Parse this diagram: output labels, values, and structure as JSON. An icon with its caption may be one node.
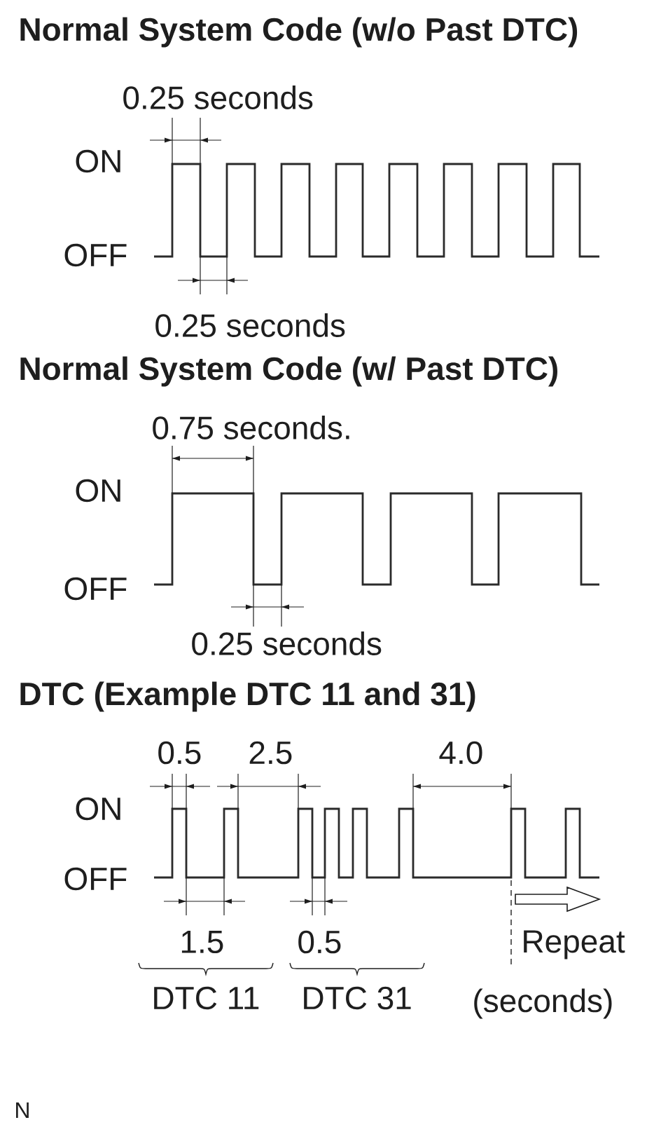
{
  "diagram": {
    "labels": [
      "Normal System Code (w/o Past DTC)",
      "0.25 seconds",
      "ON",
      "OFF",
      "0.25 seconds",
      "Normal System Code (w/ Past DTC)",
      "0.75 seconds.",
      "ON",
      "OFF",
      "0.25 seconds",
      "DTC (Example DTC 11 and 31)",
      "0.5",
      "2.5",
      "4.0",
      "ON",
      "OFF",
      "1.5",
      "0.5",
      "Repeat",
      "DTC 11",
      "DTC 31",
      "(seconds)",
      "N"
    ]
  }
}
